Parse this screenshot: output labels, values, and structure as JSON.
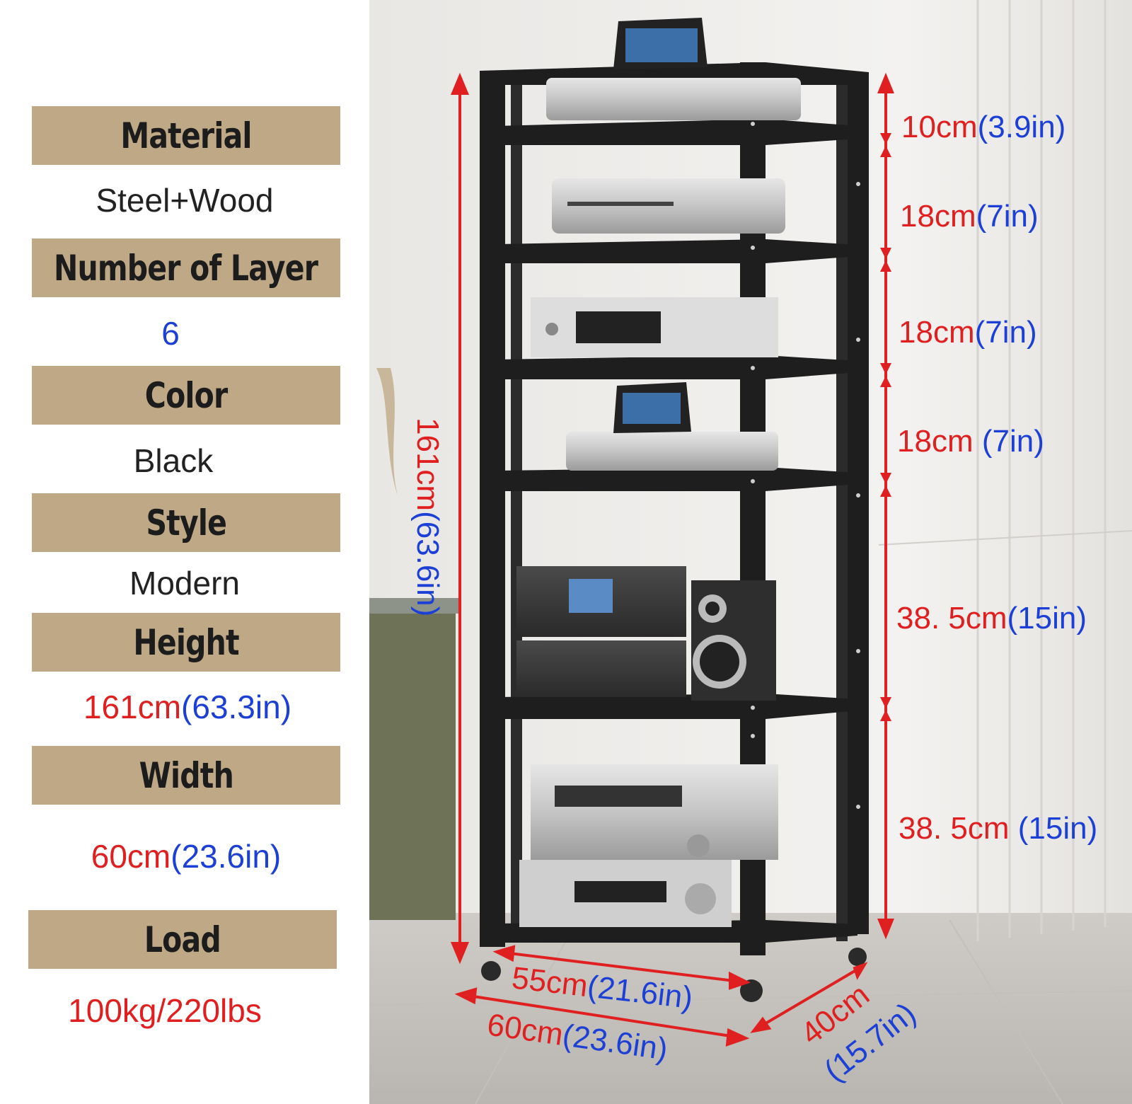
{
  "specs": [
    {
      "label": "Material",
      "value": "Steel+Wood"
    },
    {
      "label": "Number of Layer",
      "value": "6"
    },
    {
      "label": "Color",
      "value": "Black"
    },
    {
      "label": "Style",
      "value": "Modern"
    },
    {
      "label": "Height",
      "value_metric": "161cm",
      "value_imperial": "(63.3in)"
    },
    {
      "label": "Width",
      "value_metric": "60cm",
      "value_imperial": "(23.6in)"
    },
    {
      "label": "Load",
      "value": "100kg/220lbs"
    }
  ],
  "dimensions": {
    "total_height": {
      "metric": "161cm",
      "imperial": "(63.6in)"
    },
    "gaps": [
      {
        "metric": "10cm",
        "imperial": "(3.9in)"
      },
      {
        "metric": "18cm",
        "imperial": "(7in)"
      },
      {
        "metric": "18cm",
        "imperial": "(7in)"
      },
      {
        "metric": "18cm ",
        "imperial": "(7in)"
      },
      {
        "metric": "38. 5cm",
        "imperial": "(15in)"
      },
      {
        "metric": "38. 5cm ",
        "imperial": "(15in)"
      }
    ],
    "inner_width": {
      "metric": "55cm",
      "imperial": "(21.6in)"
    },
    "outer_width": {
      "metric": "60cm",
      "imperial": "(23.6in)"
    },
    "depth": {
      "metric": "40cm",
      "imperial": "(15.7in)"
    }
  },
  "colors": {
    "label_bar": "#bfa886",
    "metric": "#e02020",
    "imperial": "#1c3fd6",
    "rack": "#1e1e1e"
  }
}
